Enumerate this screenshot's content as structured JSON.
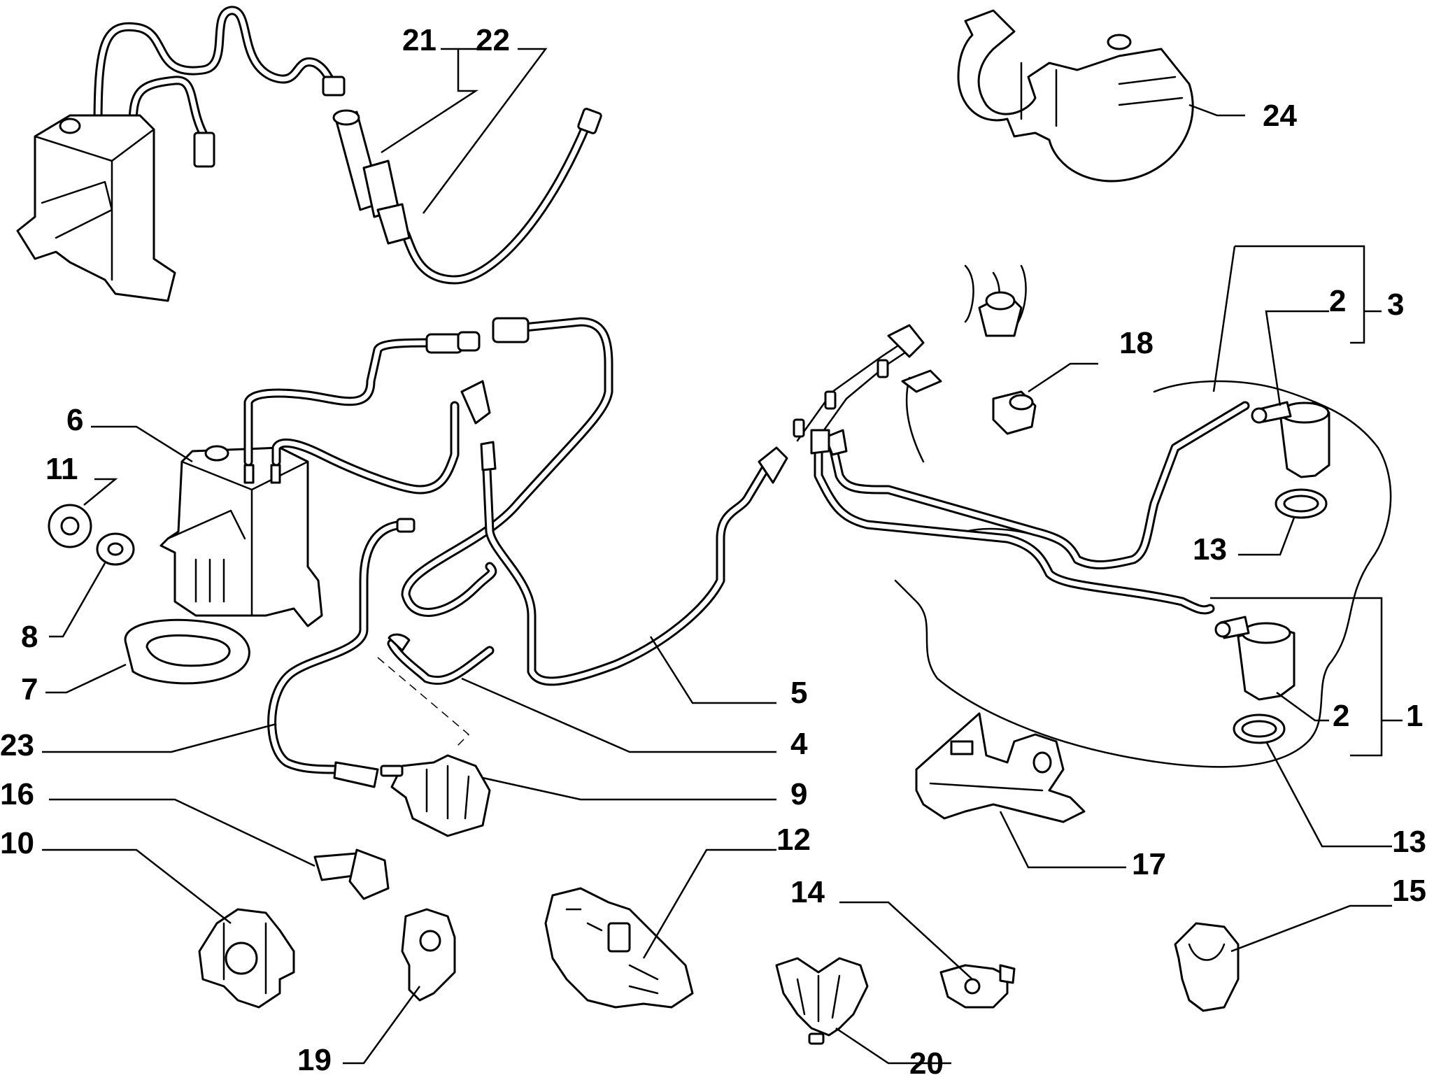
{
  "labels": {
    "l1": "1",
    "l2a": "2",
    "l2b": "2",
    "l3": "3",
    "l4": "4",
    "l5": "5",
    "l6": "6",
    "l7": "7",
    "l8": "8",
    "l9": "9",
    "l10": "10",
    "l11": "11",
    "l12": "12",
    "l13a": "13",
    "l13b": "13",
    "l14": "14",
    "l15": "15",
    "l16": "16",
    "l17": "17",
    "l18": "18",
    "l19": "19",
    "l20": "20",
    "l21": "21",
    "l22": "22",
    "l23": "23",
    "l24": "24"
  }
}
